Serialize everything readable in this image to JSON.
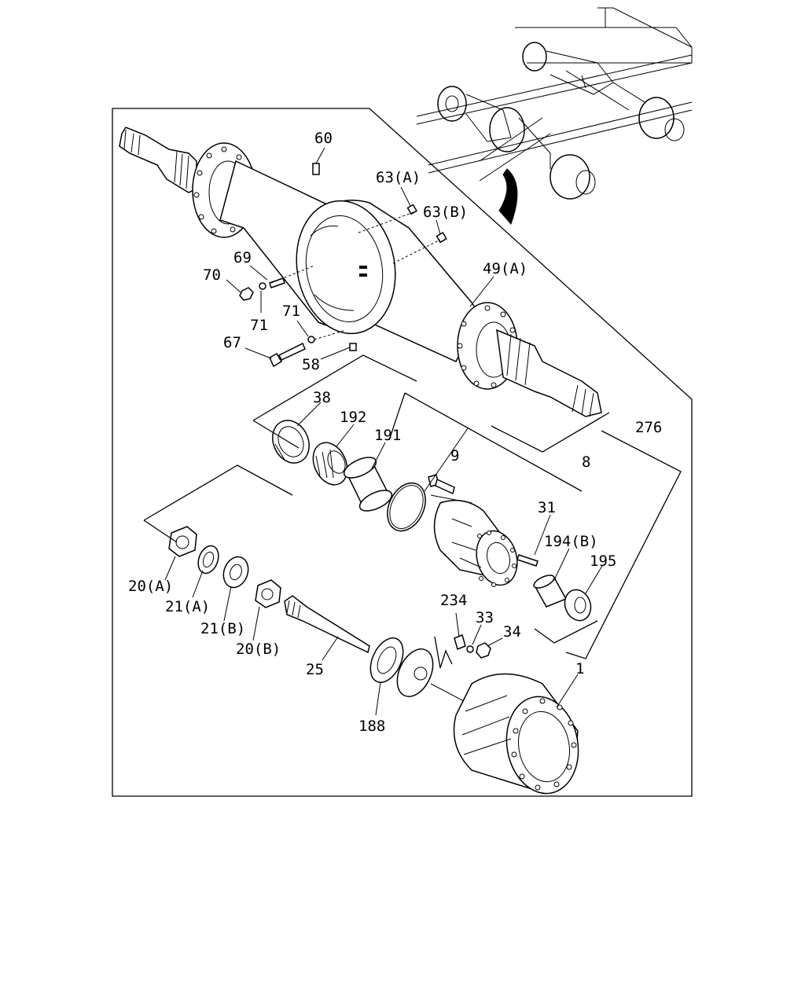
{
  "diagram": {
    "labels": {
      "p60": "60",
      "p63a": "63(A)",
      "p63b": "63(B)",
      "p69": "69",
      "p70": "70",
      "p71a": "71",
      "p71b": "71",
      "p67": "67",
      "p58": "58",
      "p49a": "49(A)",
      "p38": "38",
      "p192": "192",
      "p191": "191",
      "p9": "9",
      "p276": "276",
      "p8": "8",
      "p31": "31",
      "p194b": "194(B)",
      "p195": "195",
      "p20a": "20(A)",
      "p21a": "21(A)",
      "p21b": "21(B)",
      "p20b": "20(B)",
      "p25": "25",
      "p234": "234",
      "p33": "33",
      "p34": "34",
      "p1": "1",
      "p188": "188"
    }
  }
}
